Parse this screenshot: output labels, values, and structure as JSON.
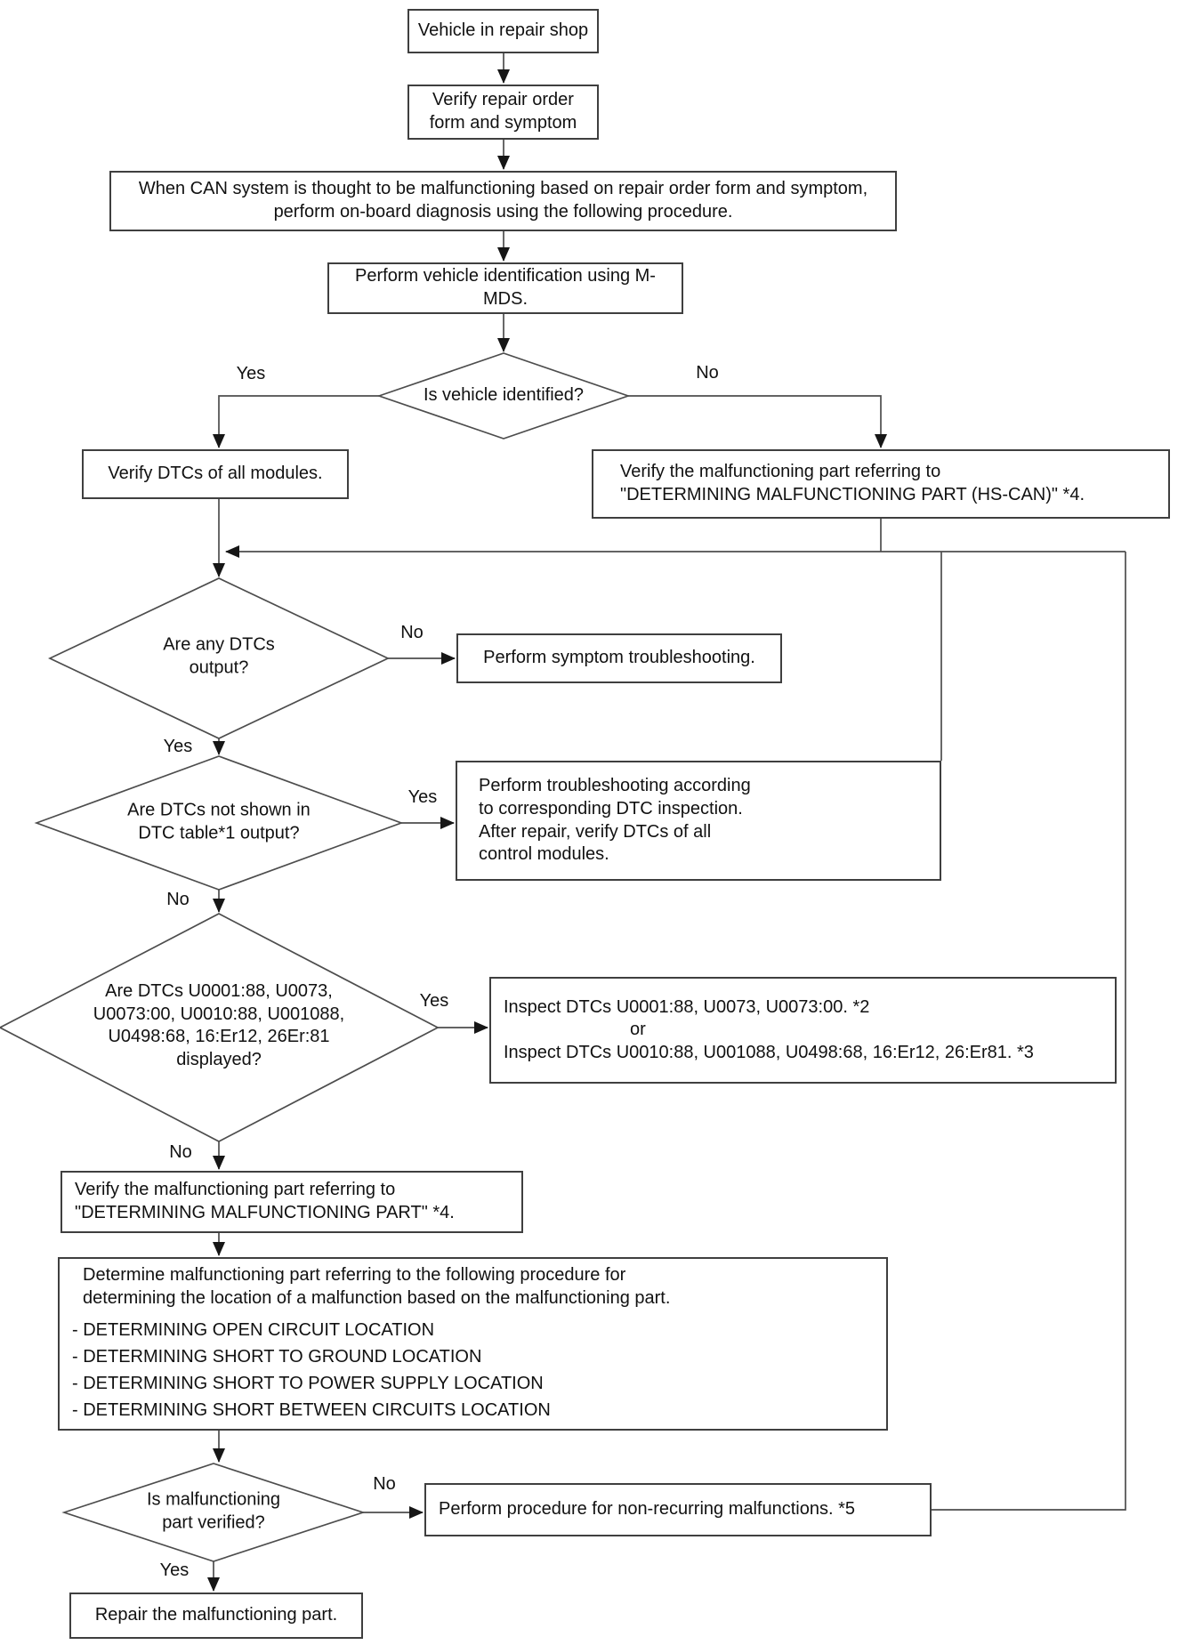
{
  "page": {
    "background": "#ffffff",
    "line_color": "#4d4d4d",
    "arrow_color": "#161616",
    "text_color": "#111111"
  },
  "nodes": {
    "vehicle_in_shop": "Vehicle in repair shop",
    "verify_repair_order": "Verify repair order\nform and symptom",
    "can_malfunction_note": "When CAN system is thought to be malfunctioning based on repair order form and symptom,\nperform on-board diagnosis using the following procedure.",
    "vehicle_identification": "Perform vehicle identification using M-MDS.",
    "verify_dtcs": "Verify DTCs of all modules.",
    "verify_part_hscan": "Verify the malfunctioning part referring to\n\"DETERMINING MALFUNCTIONING PART (HS-CAN)\" *4.",
    "symptom_troubleshooting": "Perform symptom troubleshooting.",
    "dtc_inspection": "Perform troubleshooting according\nto corresponding DTC inspection.\nAfter repair, verify DTCs of all\ncontrol modules.",
    "inspect_dtcs": {
      "line1": "Inspect DTCs U0001:88, U0073, U0073:00.  *2",
      "or_label": "or",
      "line2": "Inspect DTCs U0010:88, U001088, U0498:68, 16:Er12, 26:Er81.  *3"
    },
    "verify_part": "Verify the malfunctioning part referring to\n\"DETERMINING MALFUNCTIONING PART\" *4.",
    "determine_part": {
      "intro": "Determine malfunctioning part referring to the following procedure for\ndetermining the location of a malfunction based on the malfunctioning part.",
      "items": "- DETERMINING OPEN CIRCUIT LOCATION\n- DETERMINING SHORT TO GROUND LOCATION\n- DETERMINING SHORT TO POWER SUPPLY LOCATION\n- DETERMINING SHORT BETWEEN CIRCUITS LOCATION"
    },
    "non_recurring": "Perform procedure for non-recurring malfunctions. *5",
    "repair_part": "Repair the malfunctioning part."
  },
  "decisions": {
    "vehicle_identified": {
      "text": "Is vehicle identified?",
      "yes": "Yes",
      "no": "No"
    },
    "any_dtcs": {
      "text": "Are any DTCs\noutput?",
      "yes": "Yes",
      "no": "No"
    },
    "dtcs_not_in_table": {
      "text": "Are DTCs not shown in\nDTC table*1 output?",
      "yes": "Yes",
      "no": "No"
    },
    "dtcs_displayed": {
      "text": "Are DTCs U0001:88, U0073,\nU0073:00, U0010:88, U001088,\nU0498:68, 16:Er12, 26Er:81\ndisplayed?",
      "yes": "Yes",
      "no": "No"
    },
    "part_verified": {
      "text": "Is malfunctioning\npart verified?",
      "yes": "Yes",
      "no": "No"
    }
  }
}
